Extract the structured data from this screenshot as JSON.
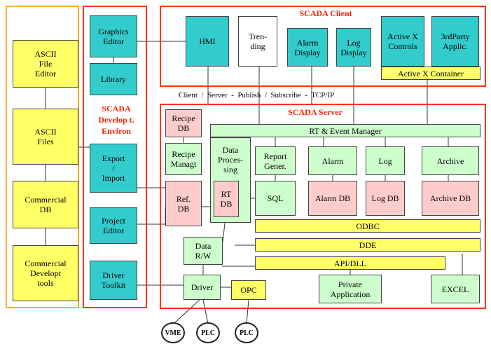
{
  "colors": {
    "yellow": "#ffff66",
    "cyan": "#33cccc",
    "green": "#ccffcc",
    "pink": "#ffcccc",
    "orange": "#ffaa33",
    "red": "#ff3300"
  },
  "left_panel": {
    "ascii_editor": "ASCII\nFile\nEditor",
    "ascii_files": "ASCII\nFiles",
    "commercial_db": "Commercial\nDB",
    "commercial_tools": "Commercial\nDevelopt\ntools"
  },
  "dev_env": {
    "title": "SCADA\nDevelop t.\nEnviron",
    "graphics_editor": "Graphics\nEditor",
    "library": "Library",
    "export_import": "Export\n/\nImport",
    "project_editor": "Project\nEditor",
    "driver_toolkit": "Driver\nToolkit"
  },
  "client": {
    "title": "SCADA Client",
    "hmi": "HMI",
    "trending": "Tren-\nding",
    "alarm_display": "Alarm\nDisplay",
    "log_display": "Log\nDisplay",
    "activex_controls": "Active X\nControls",
    "third_party": "3rdParty\nApplic.",
    "activex_container": "Active X Container"
  },
  "protocol_line": "Client  /  Server  -  Publish  /  Subscribe  -  TCP/IP",
  "server": {
    "title": "SCADA Server",
    "recipe_db": "Recipe\nDB",
    "rt_event_manager": "RT & Event Manager",
    "recipe_managt": "Recipe\nManagt",
    "data_processing": "Data\nProces-\nsing",
    "report_gener": "Report\nGener.",
    "alarm": "Alarm",
    "log": "Log",
    "archive": "Archive",
    "ref_db": "Ref.\nDB",
    "rt_db": "RT\nDB",
    "sql": "SQL",
    "alarm_db": "Alarm DB",
    "log_db": "Log DB",
    "archive_db": "Archive DB",
    "odbc": "ODBC",
    "dde": "DDE",
    "api_dll": "API/DLL",
    "data_rw": "Data\nR/W",
    "driver": "Driver",
    "opc": "OPC",
    "private_app": "Private\nApplication",
    "excel": "EXCEL"
  },
  "devices": {
    "vme": "VME",
    "plc1": "PLC",
    "plc2": "PLC"
  }
}
